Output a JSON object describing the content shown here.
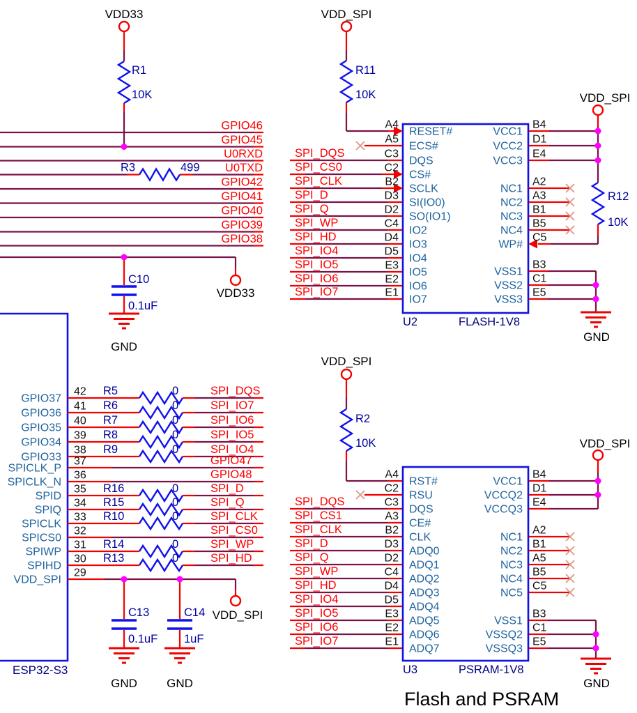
{
  "title": "Flash and PSRAM",
  "colors": {
    "wire": "#7a1246",
    "pin": "#f00000",
    "net_label": "#ff0000",
    "component_body": "#1010f0",
    "chip_border": "#1212e0",
    "ref_text": "#0000a0",
    "pin_name_text": "#1f639e",
    "pin_number_text": "#111111",
    "junction": "#ff00ff",
    "no_connect": "#de9884",
    "port_text": "#000000"
  },
  "top_left": {
    "pullup": {
      "port": "VDD33",
      "ref": "R1",
      "value": "10K"
    },
    "series_res": {
      "ref": "R3",
      "value": "499"
    },
    "bus_labels": [
      "GPIO46",
      "GPIO45",
      "U0RXD",
      "U0TXD",
      "GPIO42",
      "GPIO41",
      "GPIO40",
      "GPIO39",
      "GPIO38"
    ],
    "rail": {
      "port": "VDD33",
      "cap_ref": "C10",
      "cap_value": "0.1uF",
      "gnd": "GND"
    }
  },
  "esp32": {
    "ref": "ESP32-S3",
    "pins": [
      {
        "name": "GPIO37",
        "num": "42",
        "res_ref": "R5",
        "res_value": "0",
        "net": "SPI_DQS"
      },
      {
        "name": "GPIO36",
        "num": "41",
        "res_ref": "R6",
        "res_value": "0",
        "net": "SPI_IO7"
      },
      {
        "name": "GPIO35",
        "num": "40",
        "res_ref": "R7",
        "res_value": "0",
        "net": "SPI_IO6"
      },
      {
        "name": "GPIO34",
        "num": "39",
        "res_ref": "R8",
        "res_value": "0",
        "net": "SPI_IO5"
      },
      {
        "name": "GPIO33",
        "num": "38",
        "res_ref": "R9",
        "res_value": "0",
        "net": "SPI_IO4"
      },
      {
        "name": "SPICLK_P",
        "num": "37",
        "net": "GPIO47"
      },
      {
        "name": "SPICLK_N",
        "num": "36",
        "net": "GPIO48"
      },
      {
        "name": "SPID",
        "num": "35",
        "res_ref": "R16",
        "res_value": "0",
        "net": "SPI_D"
      },
      {
        "name": "SPIQ",
        "num": "34",
        "res_ref": "R15",
        "res_value": "0",
        "net": "SPI_Q"
      },
      {
        "name": "SPICLK",
        "num": "33",
        "res_ref": "R10",
        "res_value": "0",
        "net": "SPI_CLK"
      },
      {
        "name": "SPICS0",
        "num": "32",
        "net": "SPI_CS0"
      },
      {
        "name": "SPIWP",
        "num": "31",
        "res_ref": "R14",
        "res_value": "0",
        "net": "SPI_WP"
      },
      {
        "name": "SPIHD",
        "num": "30",
        "res_ref": "R13",
        "res_value": "0",
        "net": "SPI_HD"
      },
      {
        "name": "VDD_SPI",
        "num": "29"
      }
    ],
    "vdd_spi_rail": {
      "port": "VDD_SPI",
      "caps": [
        {
          "ref": "C13",
          "value": "0.1uF",
          "gnd": "GND"
        },
        {
          "ref": "C14",
          "value": "1uF",
          "gnd": "GND"
        }
      ]
    }
  },
  "flash": {
    "ref": "U2",
    "part": "FLASH-1V8",
    "reset_pullup": {
      "port": "VDD_SPI",
      "ref": "R11",
      "value": "10K"
    },
    "left_pins": [
      {
        "num": "A4",
        "name": "RESET#"
      },
      {
        "num": "A5",
        "name": "ECS#"
      },
      {
        "num": "C3",
        "name": "DQS",
        "net": "SPI_DQS"
      },
      {
        "num": "C2",
        "name": "CS#",
        "net": "SPI_CS0"
      },
      {
        "num": "B2",
        "name": "SCLK",
        "net": "SPI_CLK"
      },
      {
        "num": "D3",
        "name": "SI(IO0)",
        "net": "SPI_D"
      },
      {
        "num": "D2",
        "name": "SO(IO1)",
        "net": "SPI_Q"
      },
      {
        "num": "C4",
        "name": "IO2",
        "net": "SPI_WP"
      },
      {
        "num": "D4",
        "name": "IO3",
        "net": "SPI_HD"
      },
      {
        "num": "D5",
        "name": "IO4",
        "net": "SPI_IO4"
      },
      {
        "num": "E3",
        "name": "IO5",
        "net": "SPI_IO5"
      },
      {
        "num": "E2",
        "name": "IO6",
        "net": "SPI_IO6"
      },
      {
        "num": "E1",
        "name": "IO7",
        "net": "SPI_IO7"
      }
    ],
    "right_pins": [
      {
        "num": "B4",
        "name": "VCC1"
      },
      {
        "num": "D1",
        "name": "VCC2"
      },
      {
        "num": "E4",
        "name": "VCC3"
      },
      {
        "num": "A2",
        "name": "NC1"
      },
      {
        "num": "A3",
        "name": "NC2"
      },
      {
        "num": "B1",
        "name": "NC3"
      },
      {
        "num": "B5",
        "name": "NC4"
      },
      {
        "num": "C5",
        "name": "WP#"
      },
      {
        "num": "B3",
        "name": "VSS1"
      },
      {
        "num": "C1",
        "name": "VSS2"
      },
      {
        "num": "E5",
        "name": "VSS3"
      }
    ],
    "vcc_port": "VDD_SPI",
    "wp_pullup": {
      "ref": "R12",
      "value": "10K"
    },
    "gnd": "GND"
  },
  "psram": {
    "ref": "U3",
    "part": "PSRAM-1V8",
    "reset_pullup": {
      "port": "VDD_SPI",
      "ref": "R2",
      "value": "10K"
    },
    "left_pins": [
      {
        "num": "A4",
        "name": "RST#"
      },
      {
        "num": "C2",
        "name": "RSU"
      },
      {
        "num": "C3",
        "name": "DQS",
        "net": "SPI_DQS"
      },
      {
        "num": "A3",
        "name": "CE#",
        "net": "SPI_CS1"
      },
      {
        "num": "B2",
        "name": "CLK",
        "net": "SPI_CLK"
      },
      {
        "num": "D3",
        "name": "ADQ0",
        "net": "SPI_D"
      },
      {
        "num": "D2",
        "name": "ADQ1",
        "net": "SPI_Q"
      },
      {
        "num": "C4",
        "name": "ADQ2",
        "net": "SPI_WP"
      },
      {
        "num": "D4",
        "name": "ADQ3",
        "net": "SPI_HD"
      },
      {
        "num": "D5",
        "name": "ADQ4",
        "net": "SPI_IO4"
      },
      {
        "num": "E3",
        "name": "ADQ5",
        "net": "SPI_IO5"
      },
      {
        "num": "E2",
        "name": "ADQ6",
        "net": "SPI_IO6"
      },
      {
        "num": "E1",
        "name": "ADQ7",
        "net": "SPI_IO7"
      }
    ],
    "right_pins": [
      {
        "num": "B4",
        "name": "VCC1"
      },
      {
        "num": "D1",
        "name": "VCCQ2"
      },
      {
        "num": "E4",
        "name": "VCCQ3"
      },
      {
        "num": "A2",
        "name": "NC1"
      },
      {
        "num": "B1",
        "name": "NC2"
      },
      {
        "num": "A5",
        "name": "NC3"
      },
      {
        "num": "B5",
        "name": "NC4"
      },
      {
        "num": "C5",
        "name": "NC5"
      },
      {
        "num": "B3",
        "name": "VSS1"
      },
      {
        "num": "C1",
        "name": "VSSQ2"
      },
      {
        "num": "E5",
        "name": "VSSQ3"
      }
    ],
    "vcc_port": "VDD_SPI",
    "gnd": "GND"
  }
}
